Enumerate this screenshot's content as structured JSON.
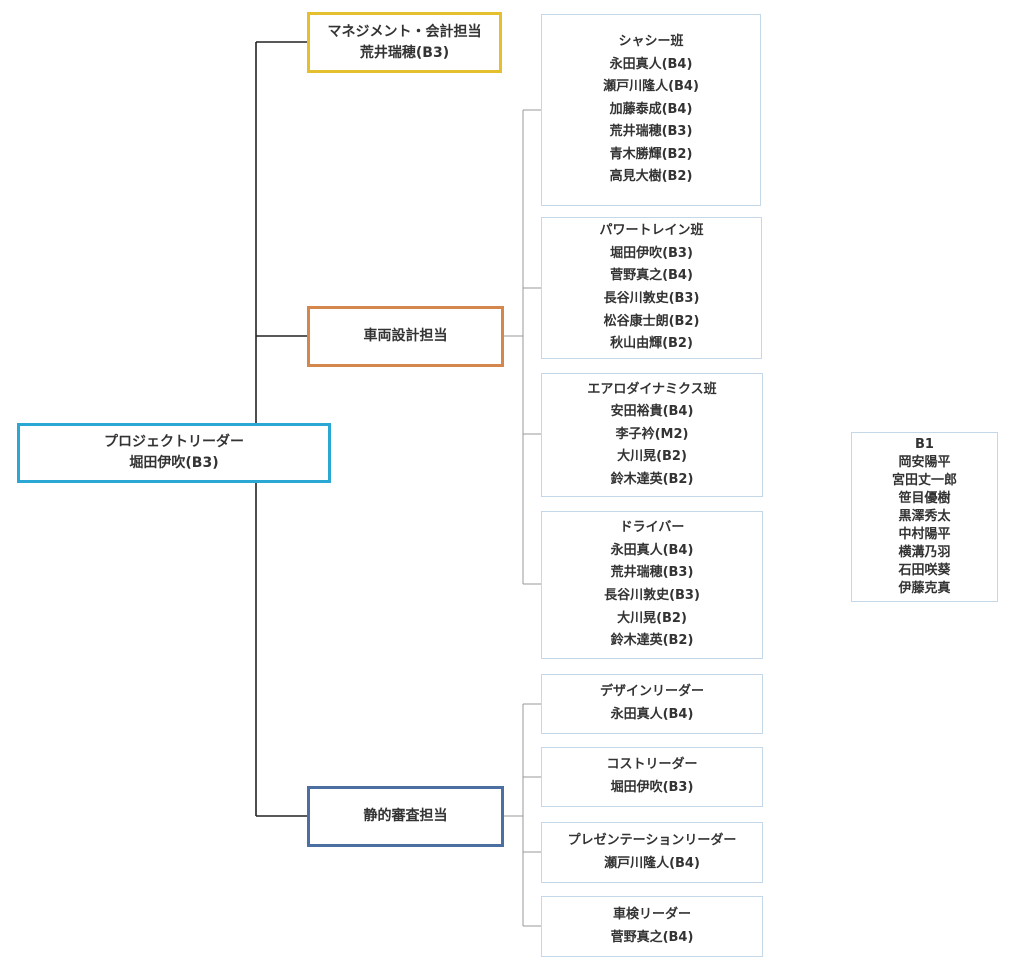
{
  "colors": {
    "leader": "#2aa7d2",
    "management": "#e5c02e",
    "vehicle": "#d4874d",
    "review": "#4a6fa0",
    "sub_border": "#c5d8ea",
    "connector": "#222222",
    "sub_connector": "#999999"
  },
  "leader": {
    "title": "プロジェクトリーダー",
    "name": "堀田伊吹(B3)"
  },
  "management": {
    "title": "マネジメント・会計担当",
    "name": "荒井瑞穂(B3)"
  },
  "vehicle_design": {
    "title": "車両設計担当",
    "teams": [
      {
        "title": "シャシー班",
        "members": [
          "永田真人(B4)",
          "瀬戸川隆人(B4)",
          "加藤泰成(B4)",
          "荒井瑞穂(B3)",
          "青木勝輝(B2)",
          "高見大樹(B2)"
        ]
      },
      {
        "title": "パワートレイン班",
        "members": [
          "堀田伊吹(B3)",
          "菅野真之(B4)",
          "長谷川敦史(B3)",
          "松谷康士朗(B2)",
          "秋山由輝(B2)"
        ]
      },
      {
        "title": "エアロダイナミクス班",
        "members": [
          "安田裕貴(B4)",
          "李子衿(M2)",
          "大川晃(B2)",
          "鈴木達英(B2)"
        ]
      },
      {
        "title": "ドライバー",
        "members": [
          "永田真人(B4)",
          "荒井瑞穂(B3)",
          "長谷川敦史(B3)",
          "大川晃(B2)",
          "鈴木達英(B2)"
        ]
      }
    ]
  },
  "static_review": {
    "title": "静的審査担当",
    "roles": [
      {
        "title": "デザインリーダー",
        "name": "永田真人(B4)"
      },
      {
        "title": "コストリーダー",
        "name": "堀田伊吹(B3)"
      },
      {
        "title": "プレゼンテーションリーダー",
        "name": "瀬戸川隆人(B4)"
      },
      {
        "title": "車検リーダー",
        "name": "菅野真之(B4)"
      }
    ]
  },
  "b1": {
    "title": "B1",
    "members": [
      "岡安陽平",
      "宮田丈一郎",
      "笹目優樹",
      "黒澤秀太",
      "中村陽平",
      "横溝乃羽",
      "石田咲葵",
      "伊藤克真"
    ]
  }
}
